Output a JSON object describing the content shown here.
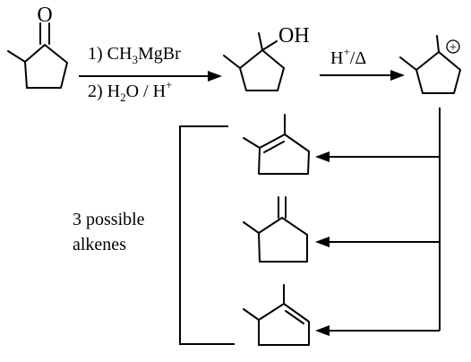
{
  "reaction": {
    "starting_material": {
      "carbonyl_oxygen": "O"
    },
    "step1": {
      "step1_prefix": "1) CH",
      "step1_sub": "3",
      "step1_rest": "MgBr",
      "step2_prefix": "2) H",
      "step2_sub": "2",
      "step2_rest": "O / H",
      "step2_sup": "+"
    },
    "alcohol": {
      "hydroxyl": "OH"
    },
    "step2": {
      "reagent_main": "H",
      "reagent_sup": "+",
      "reagent_rest": "/Δ"
    },
    "carbocation": {
      "charge_symbol": "+"
    },
    "products_label": {
      "line1": "3 possible",
      "line2": "alkenes"
    }
  }
}
